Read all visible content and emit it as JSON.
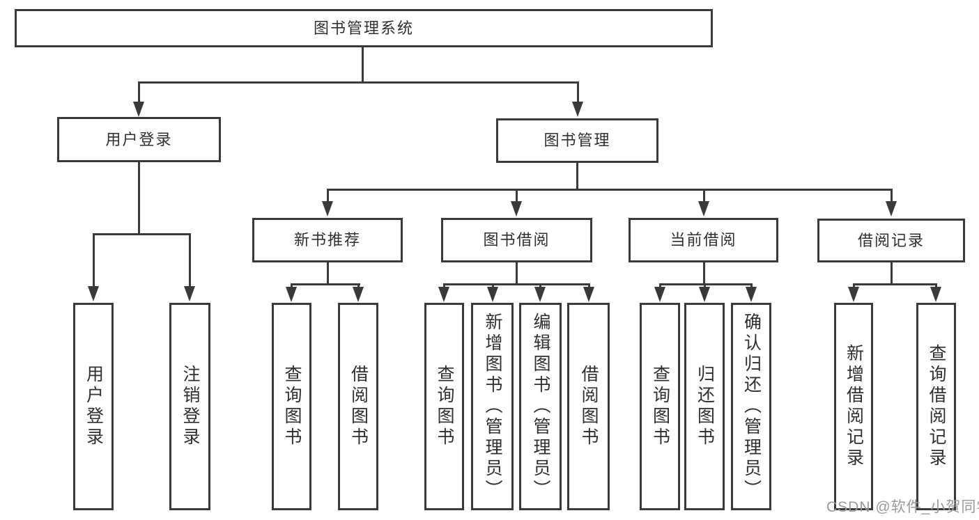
{
  "colors": {
    "line": "#3a3a3a",
    "text": "#2f2f2f",
    "watermark": "#9a9a9a",
    "background": "#ffffff"
  },
  "watermark": {
    "text": "CSDN @软件_小贺同学"
  },
  "tree": {
    "label": "图书管理系统",
    "children": [
      {
        "label": "用户登录",
        "children": [
          {
            "label": "用户登录"
          },
          {
            "label": "注销登录"
          }
        ]
      },
      {
        "label": "图书管理",
        "children": [
          {
            "label": "新书推荐",
            "children": [
              {
                "label": "查询图书"
              },
              {
                "label": "借阅图书"
              }
            ]
          },
          {
            "label": "图书借阅",
            "children": [
              {
                "label": "查询图书"
              },
              {
                "label": "新增图书（管理员）"
              },
              {
                "label": "编辑图书（管理员）"
              },
              {
                "label": "借阅图书"
              }
            ]
          },
          {
            "label": "当前借阅",
            "children": [
              {
                "label": "查询图书"
              },
              {
                "label": "归还图书"
              },
              {
                "label": "确认归还（管理员）"
              }
            ]
          },
          {
            "label": "借阅记录",
            "children": [
              {
                "label": "新增借阅记录"
              },
              {
                "label": "查询借阅记录"
              }
            ]
          }
        ]
      }
    ]
  }
}
